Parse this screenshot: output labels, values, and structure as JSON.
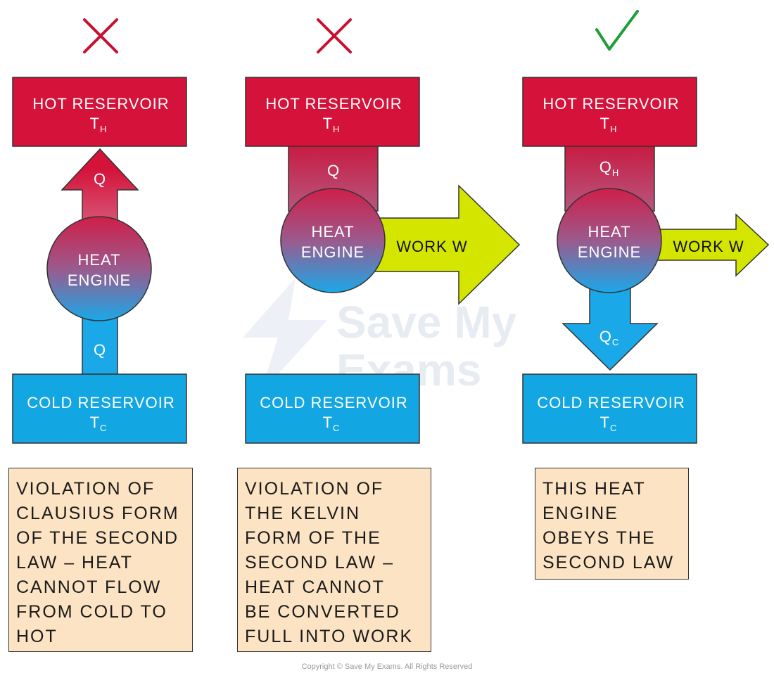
{
  "panels": [
    {
      "verdict": "cross",
      "hot_reservoir": {
        "label": "HOT RESERVOIR",
        "temp_symbol": "T",
        "temp_sub": "H"
      },
      "engine": {
        "line1": "HEAT",
        "line2": "ENGINE"
      },
      "heat_in": {
        "symbol": "Q",
        "sub": ""
      },
      "heat_out": {
        "symbol": "Q",
        "sub": ""
      },
      "cold_reservoir": {
        "label": "COLD RESERVOIR",
        "temp_symbol": "T",
        "temp_sub": "C"
      },
      "note": "VIOLATION OF\nCLAUSIUS FORM\nOF THE SECOND\nLAW – HEAT\nCANNOT FLOW\nFROM COLD TO\nHOT"
    },
    {
      "verdict": "cross",
      "hot_reservoir": {
        "label": "HOT RESERVOIR",
        "temp_symbol": "T",
        "temp_sub": "H"
      },
      "engine": {
        "line1": "HEAT",
        "line2": "ENGINE"
      },
      "heat_in": {
        "symbol": "Q",
        "sub": ""
      },
      "work": "WORK W",
      "cold_reservoir": {
        "label": "COLD RESERVOIR",
        "temp_symbol": "T",
        "temp_sub": "C"
      },
      "note": "VIOLATION OF\nTHE KELVIN\nFORM OF THE\nSECOND LAW –\nHEAT CANNOT\nBE CONVERTED\nFULL INTO WORK"
    },
    {
      "verdict": "tick",
      "hot_reservoir": {
        "label": "HOT RESERVOIR",
        "temp_symbol": "T",
        "temp_sub": "H"
      },
      "engine": {
        "line1": "HEAT",
        "line2": "ENGINE"
      },
      "heat_in": {
        "symbol": "Q",
        "sub": "H"
      },
      "work": "WORK W",
      "heat_out": {
        "symbol": "Q",
        "sub": "C"
      },
      "cold_reservoir": {
        "label": "COLD RESERVOIR",
        "temp_symbol": "T",
        "temp_sub": "C"
      },
      "note": "THIS HEAT\nENGINE\nOBEYS THE\nSECOND LAW"
    }
  ],
  "watermark": {
    "line1": "Save My",
    "line2": "Exams"
  },
  "copyright": "Copyright © Save My Exams. All Rights Reserved",
  "colors": {
    "hot": "#d4123a",
    "cold": "#12a6e2",
    "work": "#d4e600",
    "note_bg": "#fce3c3",
    "cross": "#c8102e",
    "tick": "#1e9e3a"
  }
}
